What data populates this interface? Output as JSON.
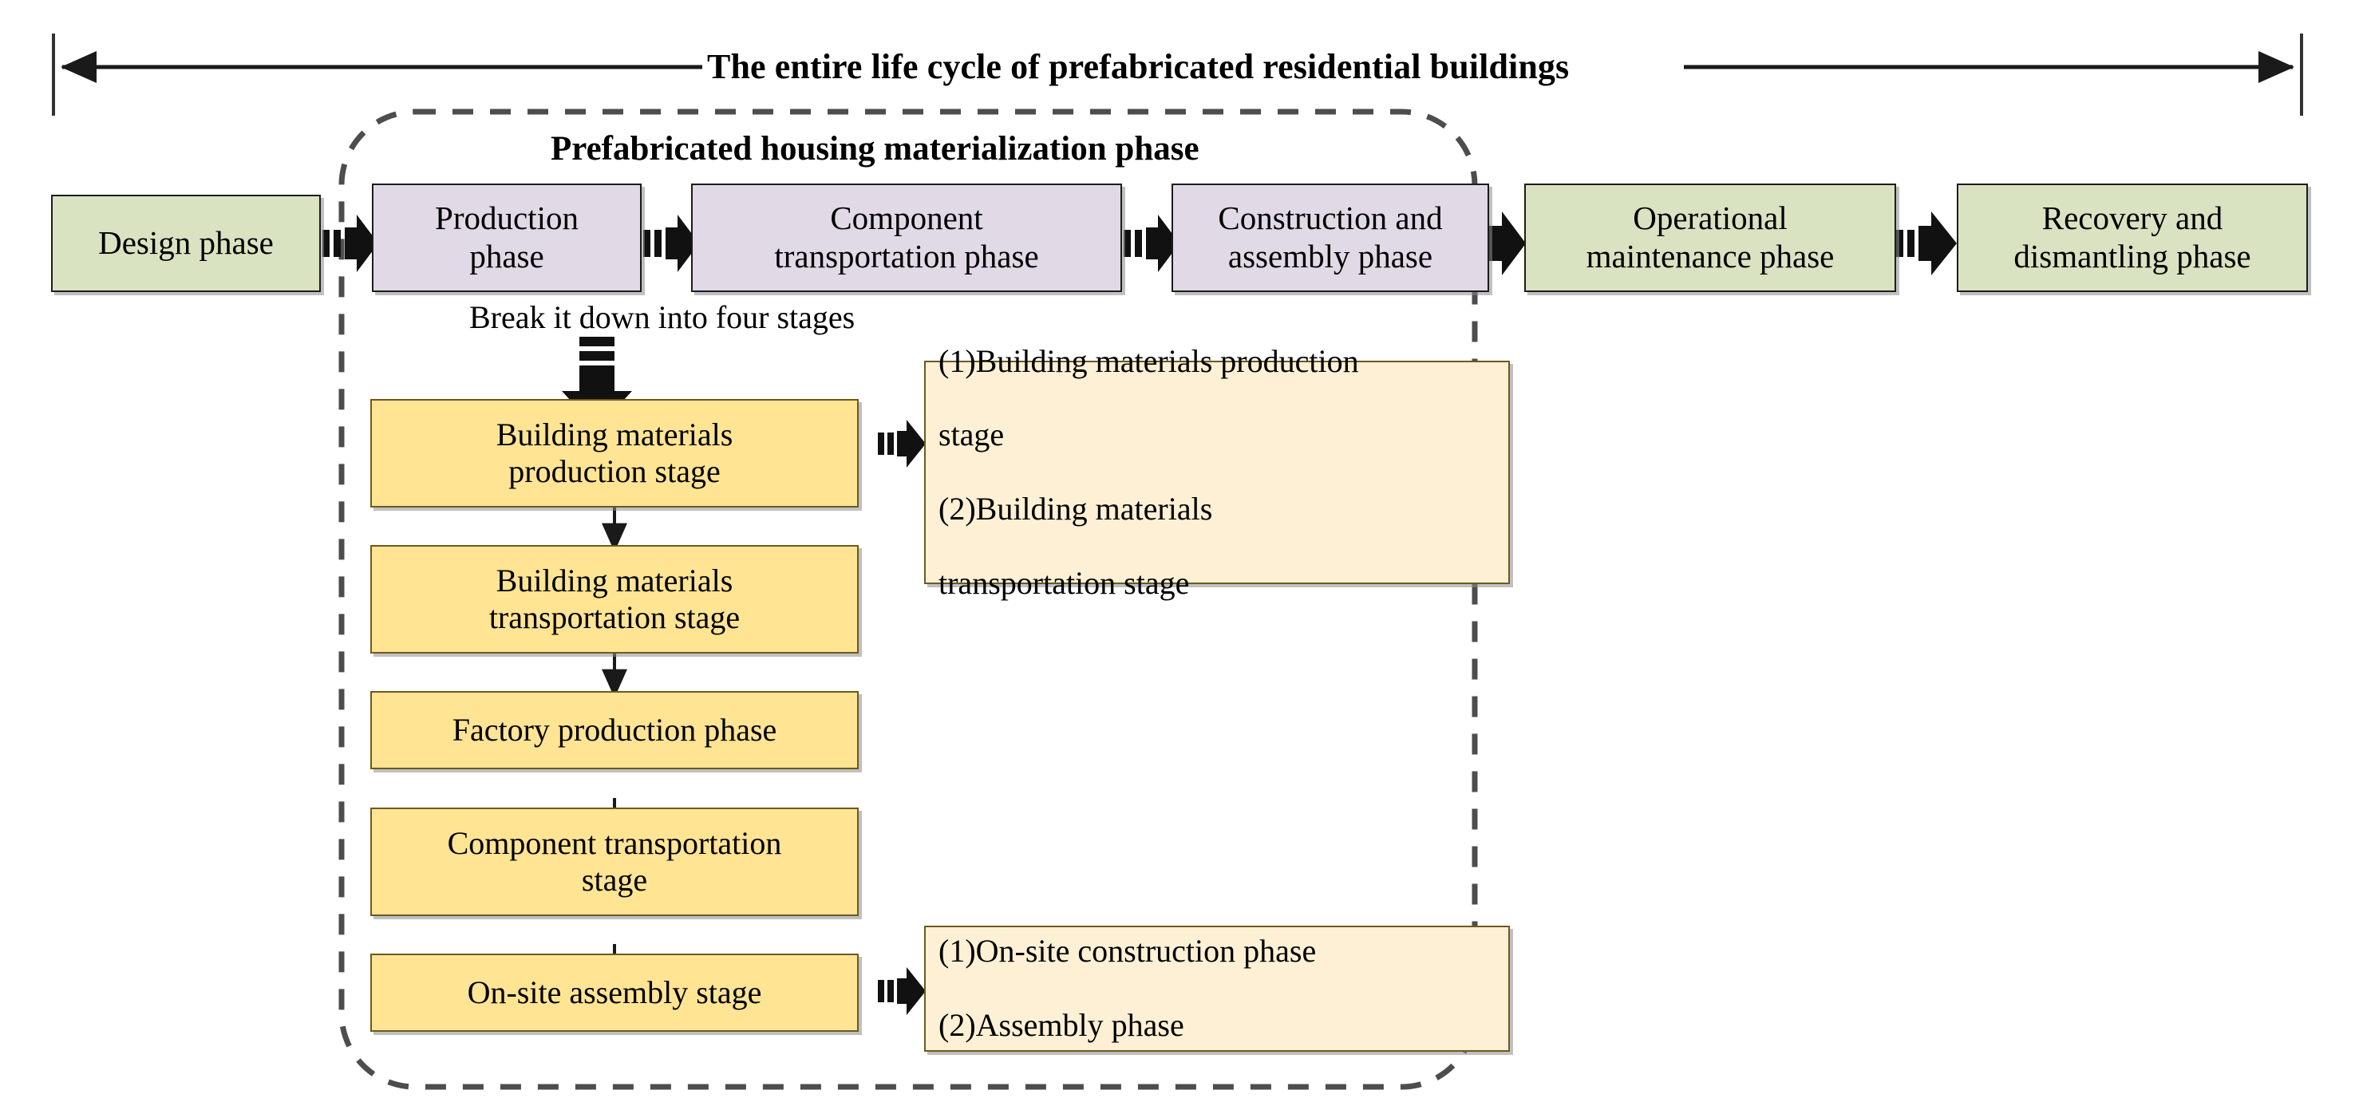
{
  "diagram": {
    "title": "The entire life cycle of prefabricated residential buildings",
    "container_label": "Prefabricated housing materialization phase",
    "breakdown_label": "Break it down into four stages",
    "colors": {
      "lifecycle_phase": "#d9e3c2",
      "materialization_phase": "#e2d9e7",
      "stage": "#ffe494",
      "note": "#fdf0d5",
      "outline": "#1c1c1c",
      "stage_outline": "#6b5a1e",
      "arrow": "#000000",
      "dashed_container": "#4d4d4d"
    }
  },
  "lifecycle_row": [
    {
      "id": "design-phase",
      "label": "Design phase",
      "group": "lifecycle"
    },
    {
      "id": "production-phase",
      "label": "Production\nphase",
      "group": "materialization"
    },
    {
      "id": "component-transport",
      "label": "Component\ntransportation phase",
      "group": "materialization"
    },
    {
      "id": "construction-assembly",
      "label": "Construction and\nassembly phase",
      "group": "materialization"
    },
    {
      "id": "operational-maint",
      "label": "Operational\nmaintenance phase",
      "group": "lifecycle"
    },
    {
      "id": "recovery-dismantle",
      "label": "Recovery and\ndismantling phase",
      "group": "lifecycle"
    }
  ],
  "stages": [
    {
      "id": "stage-materials-production",
      "label": "Building materials\nproduction stage"
    },
    {
      "id": "stage-materials-transport",
      "label": "Building materials\ntransportation stage"
    },
    {
      "id": "stage-factory-production",
      "label": "Factory production phase"
    },
    {
      "id": "stage-component-transport",
      "label": "Component transportation\nstage"
    },
    {
      "id": "stage-onsite-assembly",
      "label": "On-site assembly stage"
    }
  ],
  "notes": [
    {
      "id": "note-materials",
      "lines": [
        "(1)Building materials production",
        "stage",
        "(2)Building materials",
        "transportation stage"
      ]
    },
    {
      "id": "note-onsite",
      "lines": [
        "(1)On-site construction phase",
        "(2)Assembly phase"
      ]
    }
  ]
}
